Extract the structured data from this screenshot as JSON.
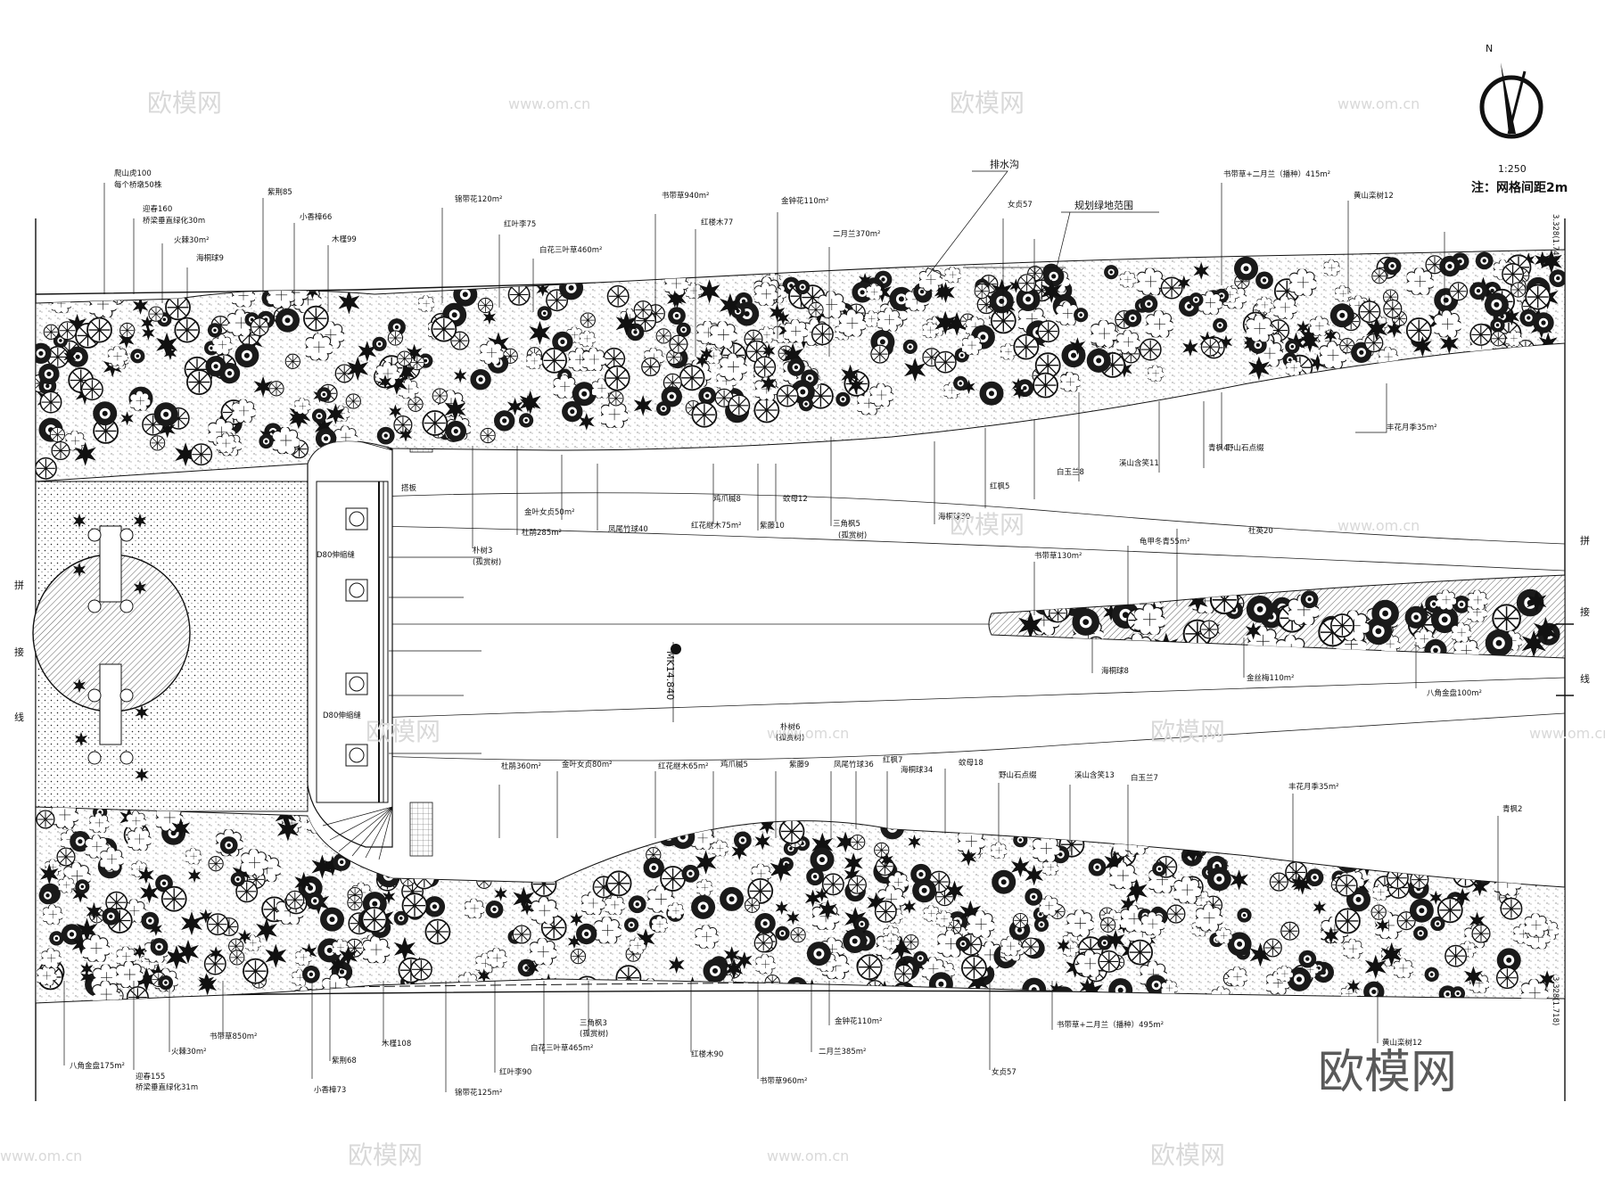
{
  "compass": {
    "north": "N",
    "scale": "1:250",
    "note": "注：网格间距2m"
  },
  "watermark": {
    "text_cn": "欧模网",
    "text_url": "www.om.cn",
    "brand": "欧模网"
  },
  "features": {
    "drain": "排水沟",
    "green_range": "规划绿地范围",
    "splice_line": [
      "拼",
      "接",
      "线"
    ],
    "deck": "搭板",
    "joint_top": "D80伸缩缝",
    "joint_bottom": "D80伸缩缝",
    "station": "MK14.840",
    "edge_top": "3.328(1.746)",
    "edge_bottom": "3.328(1.718)"
  },
  "labels": {
    "top": [
      {
        "id": "t1",
        "text": "爬山虎100"
      },
      {
        "id": "t1b",
        "text": "每个桥墩50株"
      },
      {
        "id": "t2",
        "text": "迎春160"
      },
      {
        "id": "t2b",
        "text": "桥梁垂直绿化30m"
      },
      {
        "id": "t3",
        "text": "火棘30m²"
      },
      {
        "id": "t4",
        "text": "海桐球9"
      },
      {
        "id": "t5",
        "text": "紫荆85"
      },
      {
        "id": "t6",
        "text": "小香樟66"
      },
      {
        "id": "t7",
        "text": "木槿99"
      },
      {
        "id": "t8",
        "text": "锦带花120m²"
      },
      {
        "id": "t9",
        "text": "红叶李75"
      },
      {
        "id": "t10",
        "text": "白花三叶草460m²"
      },
      {
        "id": "t11",
        "text": "书带草940m²"
      },
      {
        "id": "t12",
        "text": "红楼木77"
      },
      {
        "id": "t13",
        "text": "金钟花110m²"
      },
      {
        "id": "t14",
        "text": "二月兰370m²"
      },
      {
        "id": "t15",
        "text": "女贞57"
      },
      {
        "id": "t16",
        "text": "书带草+二月兰（播种）415m²"
      },
      {
        "id": "t17",
        "text": "黄山栾树12"
      },
      {
        "id": "t18",
        "text": "丰花月季35m²"
      },
      {
        "id": "t19",
        "text": "野山石点缀"
      },
      {
        "id": "t20",
        "text": "青枫4"
      },
      {
        "id": "t21",
        "text": "溪山含笑11"
      },
      {
        "id": "t22",
        "text": "白玉兰8"
      },
      {
        "id": "t23",
        "text": "红枫5"
      },
      {
        "id": "t24",
        "text": "海桐球30"
      },
      {
        "id": "t25",
        "text": "三角枫5"
      },
      {
        "id": "t25b",
        "text": "(孤赏树)"
      },
      {
        "id": "t26",
        "text": "紫藤10"
      },
      {
        "id": "t27",
        "text": "蚊母12"
      },
      {
        "id": "t28",
        "text": "鸡爪槭8"
      },
      {
        "id": "t29",
        "text": "红花继木75m²"
      },
      {
        "id": "t30",
        "text": "凤尾竹球40"
      },
      {
        "id": "t31",
        "text": "金叶女贞50m²"
      },
      {
        "id": "t32",
        "text": "杜鹃285m²"
      },
      {
        "id": "t33",
        "text": "朴树3"
      },
      {
        "id": "t33b",
        "text": "(孤赏树)"
      }
    ],
    "median": [
      {
        "id": "m1",
        "text": "书带草130m²"
      },
      {
        "id": "m2",
        "text": "龟甲冬青55m²"
      },
      {
        "id": "m3",
        "text": "杜英20"
      },
      {
        "id": "m4",
        "text": "海桐球8"
      },
      {
        "id": "m5",
        "text": "金丝梅110m²"
      },
      {
        "id": "m6",
        "text": "八角金盘100m²"
      }
    ],
    "bottom": [
      {
        "id": "b1",
        "text": "朴树6"
      },
      {
        "id": "b1b",
        "text": "(孤赏树)"
      },
      {
        "id": "b2",
        "text": "杜鹃360m²"
      },
      {
        "id": "b3",
        "text": "金叶女贞80m²"
      },
      {
        "id": "b4",
        "text": "红花继木65m²"
      },
      {
        "id": "b5",
        "text": "鸡爪槭5"
      },
      {
        "id": "b6",
        "text": "紫藤9"
      },
      {
        "id": "b7",
        "text": "凤尾竹球36"
      },
      {
        "id": "b8",
        "text": "红枫7"
      },
      {
        "id": "b9",
        "text": "海桐球34"
      },
      {
        "id": "b10",
        "text": "蚊母18"
      },
      {
        "id": "b11",
        "text": "野山石点缀"
      },
      {
        "id": "b12",
        "text": "溪山含笑13"
      },
      {
        "id": "b13",
        "text": "白玉兰7"
      },
      {
        "id": "b14",
        "text": "丰花月季35m²"
      },
      {
        "id": "b15",
        "text": "青枫2"
      },
      {
        "id": "b16",
        "text": "书带草850m²"
      },
      {
        "id": "b17",
        "text": "木槿108"
      },
      {
        "id": "b18",
        "text": "紫荆68"
      },
      {
        "id": "b19",
        "text": "火棘30m²"
      },
      {
        "id": "b20",
        "text": "八角金盘175m²"
      },
      {
        "id": "b21",
        "text": "迎春155"
      },
      {
        "id": "b21b",
        "text": "桥梁垂直绿化31m"
      },
      {
        "id": "b22",
        "text": "小香樟73"
      },
      {
        "id": "b23",
        "text": "锦带花125m²"
      },
      {
        "id": "b24",
        "text": "红叶李90"
      },
      {
        "id": "b25",
        "text": "白花三叶草465m²"
      },
      {
        "id": "b26",
        "text": "三角枫3"
      },
      {
        "id": "b26b",
        "text": "(孤赏树)"
      },
      {
        "id": "b27",
        "text": "红楼木90"
      },
      {
        "id": "b28",
        "text": "书带草960m²"
      },
      {
        "id": "b29",
        "text": "二月兰385m²"
      },
      {
        "id": "b30",
        "text": "金钟花110m²"
      },
      {
        "id": "b31",
        "text": "女贞57"
      },
      {
        "id": "b32",
        "text": "书带草+二月兰（播种）495m²"
      },
      {
        "id": "b33",
        "text": "黄山栾树12"
      }
    ]
  }
}
